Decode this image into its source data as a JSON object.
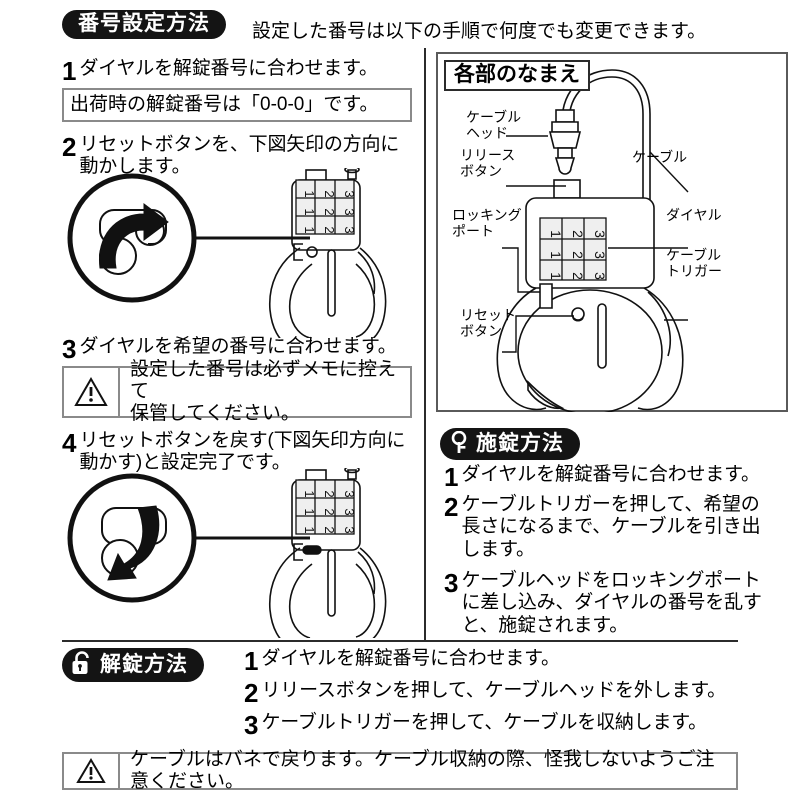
{
  "sections": {
    "code_setting": {
      "badge": "番号設定方法",
      "lede": "設定した番号は以下の手順で何度でも変更できます。",
      "steps": [
        {
          "num": "1",
          "text": "ダイヤルを解錠番号に合わせます。"
        },
        {
          "num": "2",
          "text": "リセットボタンを、下図矢印の方向に\n動かします。"
        },
        {
          "num": "3",
          "text": "ダイヤルを希望の番号に合わせます。"
        },
        {
          "num": "4",
          "text": "リセットボタンを戻す(下図矢印方向に\n動かす)と設定完了です。"
        }
      ],
      "default_code_note": "出荷時の解錠番号は「0-0-0」です。",
      "memo_warning": "設定した番号は必ずメモに控えて\n保管してください。"
    },
    "parts_panel": {
      "title": "各部のなまえ",
      "labels": {
        "cable_head": "ケーブル\nヘッド",
        "release_button": "リリース\nボタン",
        "locking_port": "ロッキング\nポート",
        "reset_button": "リセット\nボタン",
        "cable": "ケーブル",
        "dial": "ダイヤル",
        "cable_trigger": "ケーブル\nトリガー"
      }
    },
    "locking": {
      "badge": "施錠方法",
      "icon": "key-icon",
      "steps": [
        {
          "num": "1",
          "text": "ダイヤルを解錠番号に合わせます。"
        },
        {
          "num": "2",
          "text": "ケーブルトリガーを押して、希望の\n長さになるまで、ケーブルを引き出\nします。"
        },
        {
          "num": "3",
          "text": "ケーブルヘッドをロッキングポート\nに差し込み、ダイヤルの番号を乱す\nと、施錠されます。"
        }
      ]
    },
    "unlocking": {
      "badge": "解錠方法",
      "icon": "open-padlock-icon",
      "steps": [
        {
          "num": "1",
          "text": "ダイヤルを解錠番号に合わせます。"
        },
        {
          "num": "2",
          "text": "リリースボタンを押して、ケーブルヘッドを外します。"
        },
        {
          "num": "3",
          "text": "ケーブルトリガーを押して、ケーブルを収納します。"
        }
      ]
    },
    "footer_warning": {
      "icon": "warning-triangle-icon",
      "text": "ケーブルはバネで戻ります。ケーブル収納の際、怪我しないようご注意ください。"
    }
  },
  "figures": {
    "dial_digits": [
      "1",
      "2",
      "3"
    ],
    "step2_detail": {
      "arrow": "curved-arrow-right",
      "caption_icon": "magnifier-circle"
    },
    "step4_detail": {
      "arrow": "curved-arrow-down-left",
      "caption_icon": "magnifier-circle"
    }
  },
  "colors": {
    "ink": "#000000",
    "badge_bg": "#141414",
    "rule": "#2b2b2b",
    "frame": "#8a8a8a",
    "panel_border": "#5a5a5a"
  }
}
